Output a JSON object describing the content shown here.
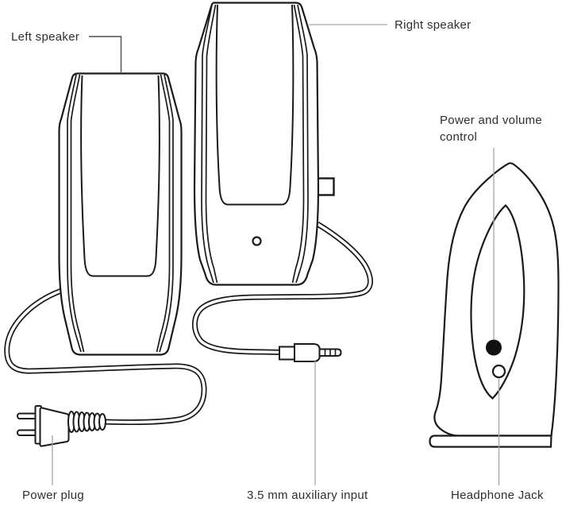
{
  "figure": {
    "type": "product-diagram",
    "subject": "Stereo computer speakers: left and right speakers, power plug, 3.5 mm auxiliary input, side view with power and volume control and headphone jack",
    "colors": {
      "background": "#ffffff",
      "line_art": "#1a1a1a",
      "callout_line": "#a6a6a6",
      "callout_line_dark": "#4f4f4f",
      "label_text": "#2e2e2e",
      "knob_fill": "#111111"
    },
    "labels": {
      "left_speaker": "Left speaker",
      "right_speaker": "Right speaker",
      "power_volume": "Power and volume control",
      "power_plug": "Power plug",
      "aux_input": "3.5 mm auxiliary input",
      "headphone_jack": "Headphone Jack"
    },
    "parts": [
      {
        "name": "left-speaker",
        "view": "front"
      },
      {
        "name": "right-speaker",
        "view": "front-three-quarter"
      },
      {
        "name": "side-speaker",
        "view": "side",
        "features": [
          "power-volume-knob",
          "headphone-jack-port"
        ]
      },
      {
        "name": "power-cable",
        "ends_in": "power-plug"
      },
      {
        "name": "aux-cable",
        "ends_in": "aux-plug"
      }
    ]
  }
}
